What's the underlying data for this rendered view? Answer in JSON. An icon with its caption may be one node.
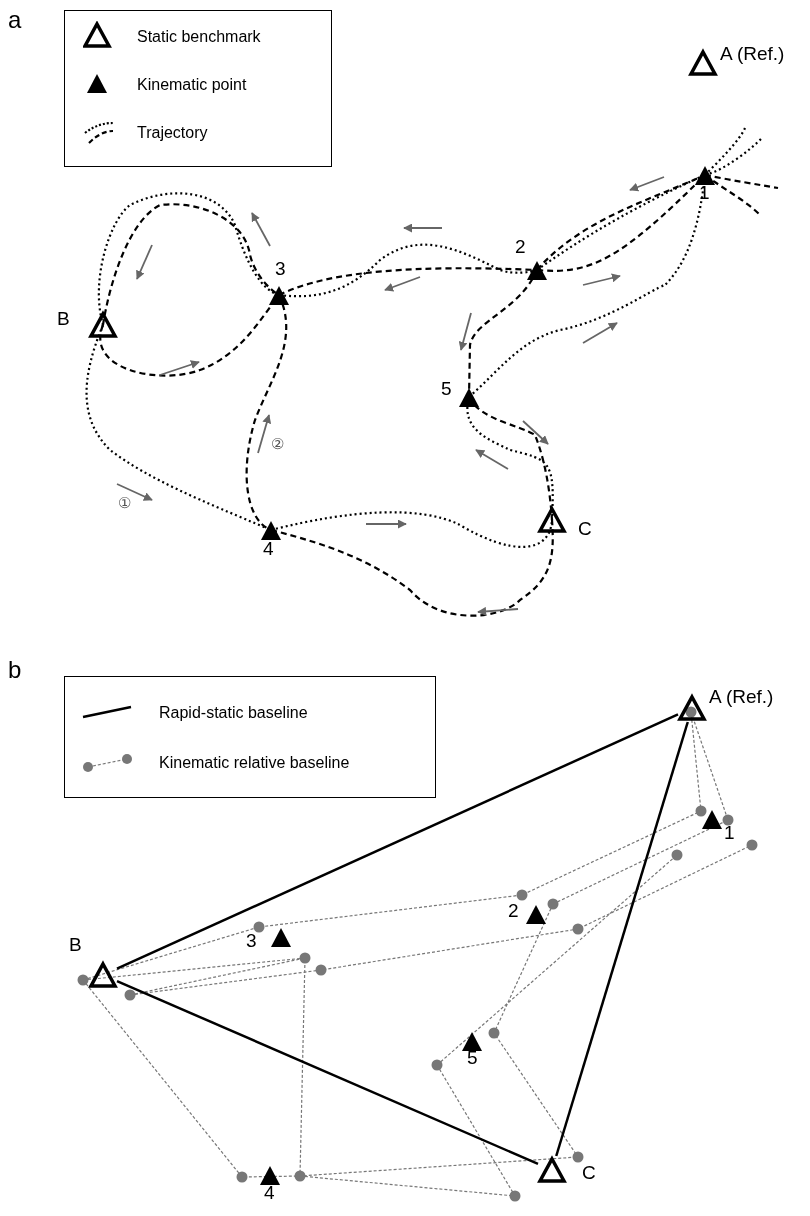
{
  "diagram": {
    "nodes": [
      {
        "text": [
          "A (Ref.)"
        ]
      },
      {
        "text": [
          "1"
        ]
      },
      {
        "text": [
          "2"
        ]
      },
      {
        "text": [
          "3"
        ]
      },
      {
        "text": [
          "B"
        ]
      },
      {
        "text": [
          "5"
        ]
      },
      {
        "text": [
          "4"
        ]
      },
      {
        "text": [
          "C"
        ]
      },
      {
        "text": [
          "A (Ref.)"
        ]
      },
      {
        "text": [
          "1"
        ]
      },
      {
        "text": [
          "2"
        ]
      },
      {
        "text": [
          "3"
        ]
      },
      {
        "text": [
          "B"
        ]
      },
      {
        "text": [
          "5"
        ]
      },
      {
        "text": [
          "4"
        ]
      },
      {
        "text": [
          "C"
        ]
      }
    ],
    "edges": [
      {
        "from": 12,
        "to": 8,
        "arrow": "none"
      },
      {
        "from": 12,
        "to": 15,
        "arrow": "none"
      },
      {
        "from": 15,
        "to": 8,
        "arrow": "none"
      }
    ],
    "labels": [
      "a",
      "①",
      "②",
      "b"
    ],
    "legend": [
      {
        "text": "Static benchmark"
      },
      {
        "text": "Kinematic point"
      },
      {
        "text": "Trajectory"
      },
      {
        "text": "Rapid-static baseline"
      },
      {
        "text": "Kinematic relative baseline"
      }
    ]
  }
}
